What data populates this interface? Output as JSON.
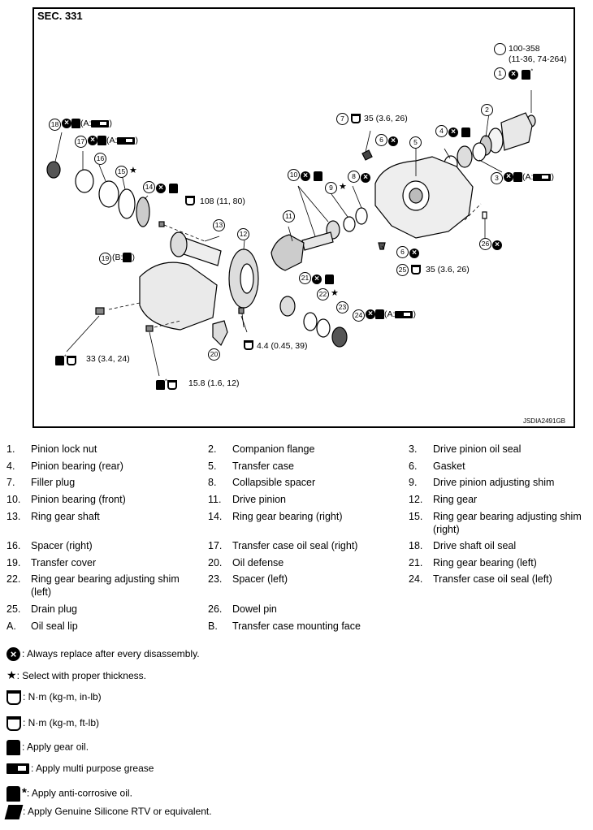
{
  "diagram": {
    "section": "SEC. 331",
    "figure_id": "JSDIA2491GB",
    "callouts": {
      "c1_torque": "100-358",
      "c1_torque2": "(11-36, 74-264)",
      "c7_torque": "35 (3.6, 26)",
      "c13_torque": "108 (11, 80)",
      "c25_torque": "35 (3.6, 26)",
      "c20_torque": "4.4 (0.45, 39)",
      "bolt_a_torque": "33 (3.4, 24)",
      "bolt_b_torque": "15.8 (1.6, 12)",
      "mark_a": "A",
      "mark_b": "B"
    },
    "numbers": [
      "1",
      "2",
      "3",
      "4",
      "5",
      "6",
      "7",
      "8",
      "9",
      "10",
      "11",
      "12",
      "13",
      "14",
      "15",
      "16",
      "17",
      "18",
      "19",
      "20",
      "21",
      "22",
      "23",
      "24",
      "25",
      "26"
    ]
  },
  "parts": [
    {
      "no": "1.",
      "name": "Pinion lock nut"
    },
    {
      "no": "2.",
      "name": "Companion flange"
    },
    {
      "no": "3.",
      "name": "Drive pinion oil seal"
    },
    {
      "no": "4.",
      "name": "Pinion bearing (rear)"
    },
    {
      "no": "5.",
      "name": "Transfer case"
    },
    {
      "no": "6.",
      "name": "Gasket"
    },
    {
      "no": "7.",
      "name": "Filler plug"
    },
    {
      "no": "8.",
      "name": "Collapsible spacer"
    },
    {
      "no": "9.",
      "name": "Drive pinion adjusting shim"
    },
    {
      "no": "10.",
      "name": "Pinion bearing (front)"
    },
    {
      "no": "11.",
      "name": "Drive pinion"
    },
    {
      "no": "12.",
      "name": "Ring gear"
    },
    {
      "no": "13.",
      "name": "Ring gear shaft"
    },
    {
      "no": "14.",
      "name": "Ring gear bearing (right)"
    },
    {
      "no": "15.",
      "name": "Ring gear bearing adjusting shim"
    },
    {
      "no": "",
      "name": "(right)"
    },
    {
      "no": "16.",
      "name": "Spacer (right)"
    },
    {
      "no": "17.",
      "name": "Transfer case oil seal (right)"
    },
    {
      "no": "18.",
      "name": "Drive shaft oil seal"
    },
    {
      "no": "19.",
      "name": "Transfer cover"
    },
    {
      "no": "20.",
      "name": "Oil defense"
    },
    {
      "no": "21.",
      "name": "Ring gear bearing (left)"
    },
    {
      "no": "22.",
      "name": "Ring gear bearing adjusting shim"
    },
    {
      "no": "",
      "name": "(left)"
    },
    {
      "no": "23.",
      "name": "Spacer (left)"
    },
    {
      "no": "24.",
      "name": "Transfer case oil seal (left)"
    },
    {
      "no": "25.",
      "name": "Drain plug"
    },
    {
      "no": "26.",
      "name": "Dowel pin"
    },
    {
      "no": "A.",
      "name": "Oil seal lip"
    },
    {
      "no": "B.",
      "name": "Transfer case mounting face"
    }
  ],
  "legend": [
    {
      "icon": "replace-icon",
      "text": ": Always replace after every disassembly."
    },
    {
      "icon": "star-icon",
      "text": ": Select with proper thickness."
    },
    {
      "icon": "torque-in-lb-icon",
      "text": ": N·m (kg-m, in-lb)"
    },
    {
      "icon": "torque-ft-lb-icon",
      "text": ": N·m (kg-m, ft-lb)"
    },
    {
      "icon": "gear-oil-icon",
      "text": ": Apply gear oil."
    },
    {
      "icon": "grease-icon",
      "text": ": Apply multi purpose grease"
    },
    {
      "icon": "anti-corrosive-oil-icon",
      "text": ": Apply anti-corrosive oil."
    },
    {
      "icon": "rtv-icon",
      "text": ": Apply Genuine Silicone RTV or equivalent."
    }
  ]
}
